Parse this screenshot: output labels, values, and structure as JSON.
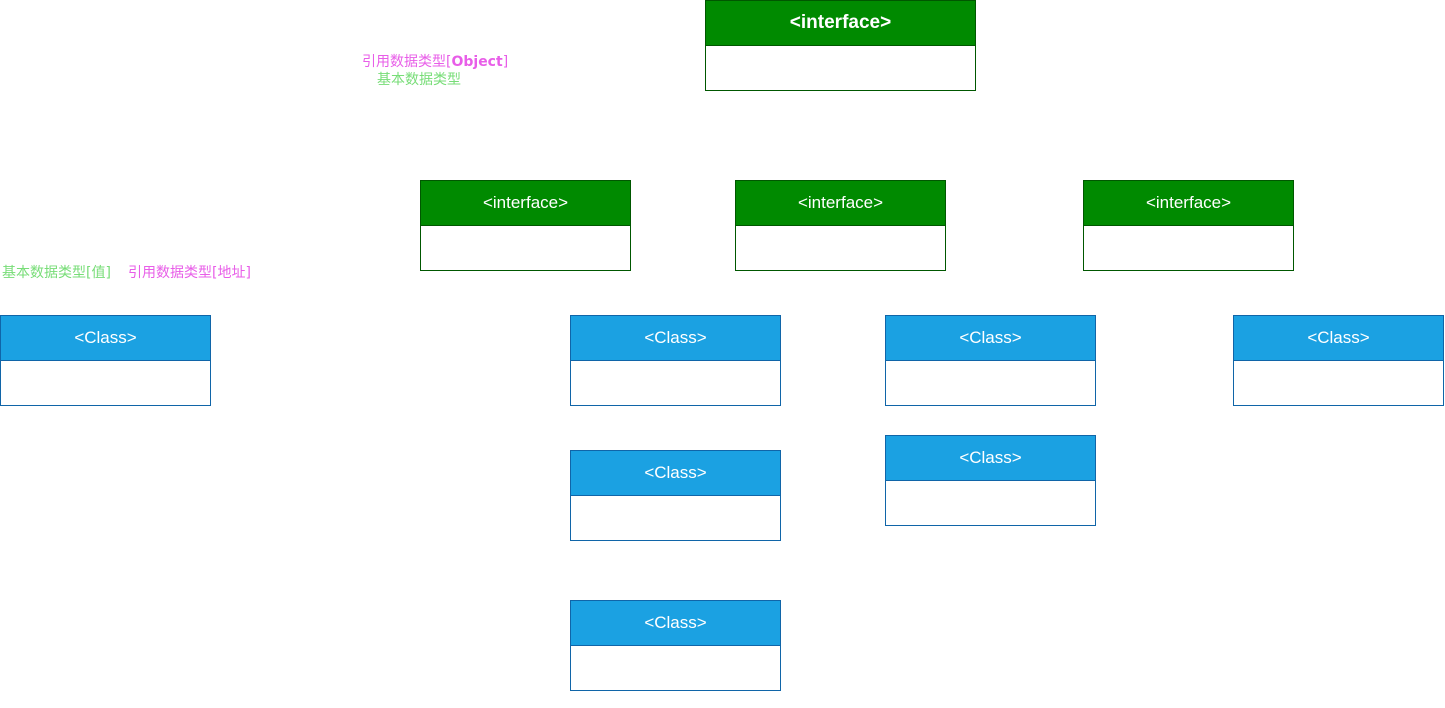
{
  "labels": {
    "top_pink_prefix": "引用数据类型[",
    "top_pink_bold": "Object",
    "top_pink_suffix": "]",
    "top_green": "基本数据类型",
    "left_green": "基本数据类型[值]",
    "left_pink": "引用数据类型[地址]"
  },
  "interfaces": [
    {
      "title": "<interface>"
    },
    {
      "title": "<interface>"
    },
    {
      "title": "<interface>"
    },
    {
      "title": "<interface>"
    }
  ],
  "classes": [
    {
      "title": "<Class>"
    },
    {
      "title": "<Class>"
    },
    {
      "title": "<Class>"
    },
    {
      "title": "<Class>"
    },
    {
      "title": "<Class>"
    },
    {
      "title": "<Class>"
    },
    {
      "title": "<Class>"
    }
  ],
  "colors": {
    "interface_fill": "#008a00",
    "interface_stroke": "#005700",
    "class_fill": "#1ba1e2",
    "class_stroke": "#1065a8",
    "label_pink": "#e85ee8",
    "label_green": "#77dd77"
  }
}
